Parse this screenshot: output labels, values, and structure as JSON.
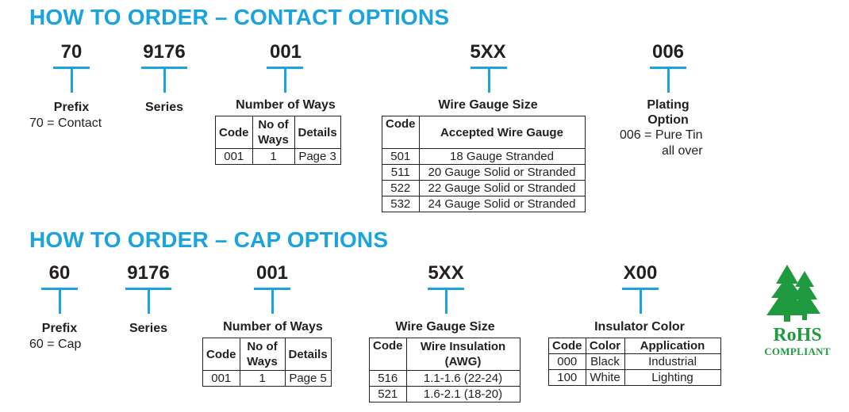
{
  "contact": {
    "heading": "HOW TO ORDER – CONTACT OPTIONS",
    "prefix": {
      "code": "70",
      "label": "Prefix",
      "desc": "70 = Contact"
    },
    "series": {
      "code": "9176",
      "label": "Series"
    },
    "ways": {
      "code": "001",
      "label": "Number of Ways",
      "headers": [
        "Code",
        "No of Ways",
        "Details"
      ],
      "rows": [
        [
          "001",
          "1",
          "Page 3"
        ]
      ]
    },
    "gauge": {
      "code": "5XX",
      "label": "Wire Gauge Size",
      "headers": [
        "Code",
        "Accepted Wire Gauge"
      ],
      "rows": [
        [
          "501",
          "18 Gauge Stranded"
        ],
        [
          "511",
          "20 Gauge Solid or Stranded"
        ],
        [
          "522",
          "22 Gauge Solid or Stranded"
        ],
        [
          "532",
          "24 Gauge Solid or Stranded"
        ]
      ]
    },
    "plating": {
      "code": "006",
      "label_line1": "Plating",
      "label_line2": "Option",
      "desc_line1": "006 = Pure Tin",
      "desc_line2": "all over"
    }
  },
  "cap": {
    "heading": "HOW TO ORDER – CAP OPTIONS",
    "prefix": {
      "code": "60",
      "label": "Prefix",
      "desc": "60 = Cap"
    },
    "series": {
      "code": "9176",
      "label": "Series"
    },
    "ways": {
      "code": "001",
      "label": "Number of Ways",
      "headers": [
        "Code",
        "No of Ways",
        "Details"
      ],
      "rows": [
        [
          "001",
          "1",
          "Page 5"
        ]
      ]
    },
    "gauge": {
      "code": "5XX",
      "label": "Wire Gauge Size",
      "headers": [
        "Code",
        "Wire Insulation (AWG)"
      ],
      "rows": [
        [
          "516",
          "1.1-1.6 (22-24)"
        ],
        [
          "521",
          "1.6-2.1 (18-20)"
        ]
      ]
    },
    "color": {
      "code": "X00",
      "label": "Insulator Color",
      "headers": [
        "Code",
        "Color",
        "Application"
      ],
      "rows": [
        [
          "000",
          "Black",
          "Industrial"
        ],
        [
          "100",
          "White",
          "Lighting"
        ]
      ]
    }
  },
  "rohs": {
    "line1": "RoHS",
    "line2": "COMPLIANT",
    "color": "#1f9a3e"
  },
  "colors": {
    "accent": "#1aa3dd",
    "text": "#231f20"
  }
}
